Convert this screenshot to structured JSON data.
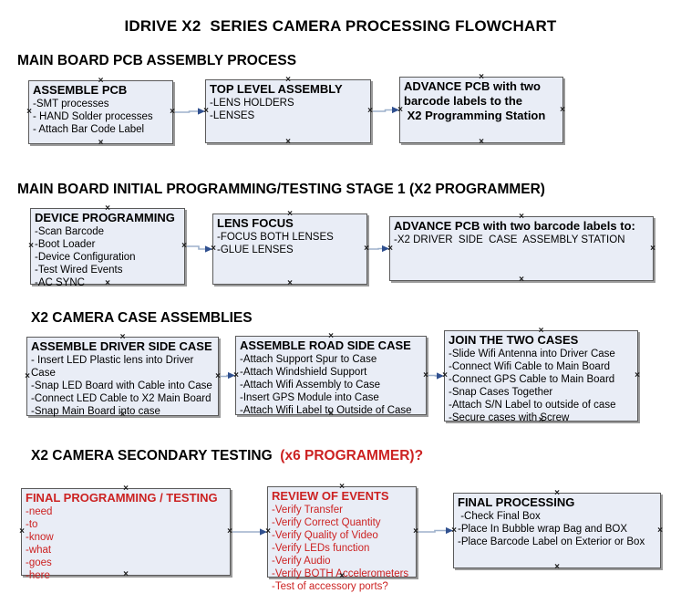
{
  "title": "IDRIVE X2  SERIES CAMERA PROCESSING FLOWCHART",
  "icons": {
    "connector_anchor_glyph": "×"
  },
  "colors": {
    "box_fill": "#e9edf6",
    "box_border": "#5a5a5a",
    "box_shadow": "#9a9a9a",
    "arrow_line": "#9db1cc",
    "arrow_head": "#30508f",
    "red": "#cc2222",
    "black": "#000000"
  },
  "sections": [
    {
      "heading": [
        {
          "text": "MAIN BOARD PCB ASSEMBLY PROCESS",
          "color": "#000000"
        }
      ],
      "boxes": [
        {
          "title": "ASSEMBLE PCB",
          "items": [
            "-SMT processes",
            "- HAND Solder processes",
            "- Attach Bar Code Label"
          ]
        },
        {
          "title": "TOP LEVEL ASSEMBLY",
          "items": [
            "-LENS HOLDERS",
            "-LENSES"
          ]
        },
        {
          "title": "ADVANCE PCB with two\nbarcode labels to the\n X2 Programming Station",
          "items": []
        }
      ]
    },
    {
      "heading": [
        {
          "text": "MAIN BOARD INITIAL PROGRAMMING/TESTING STAGE 1 (X2 PROGRAMMER)",
          "color": "#000000"
        }
      ],
      "boxes": [
        {
          "title": "DEVICE PROGRAMMING",
          "items": [
            "-Scan Barcode",
            "-Boot Loader",
            "-Device Configuration",
            "-Test Wired Events",
            "-AC SYNC"
          ]
        },
        {
          "title": "LENS FOCUS",
          "items": [
            "-FOCUS BOTH LENSES",
            "-GLUE LENSES"
          ]
        },
        {
          "title": "ADVANCE PCB with two barcode labels to:",
          "items": [
            "-X2 DRIVER  SIDE  CASE  ASSEMBLY STATION"
          ]
        }
      ]
    },
    {
      "heading": [
        {
          "text": "X2 CAMERA CASE ASSEMBLIES",
          "color": "#000000"
        }
      ],
      "boxes": [
        {
          "title": "ASSEMBLE DRIVER SIDE CASE",
          "items": [
            "- Insert LED Plastic lens into Driver Case",
            "-Snap LED Board with Cable into Case",
            "-Connect LED Cable to X2 Main Board",
            "-Snap Main Board into case"
          ]
        },
        {
          "title": "ASSEMBLE ROAD SIDE CASE",
          "items": [
            "-Attach Support Spur to Case",
            "-Attach Windshield Support",
            "-Attach Wifi Assembly to Case",
            "-Insert GPS Module into Case",
            "-Attach Wifi Label to Outside of Case"
          ]
        },
        {
          "title": "JOIN THE TWO CASES",
          "items": [
            "-Slide Wifi Antenna into Driver Case",
            "-Connect Wifi Cable to Main Board",
            "-Connect GPS Cable to Main Board",
            "-Snap Cases Together",
            "-Attach S/N Label to outside of case",
            "-Secure cases with Screw"
          ]
        }
      ]
    },
    {
      "heading": [
        {
          "text": "X2 CAMERA SECONDARY TESTING ",
          "color": "#000000"
        },
        {
          "text": " (x6 PROGRAMMER)?",
          "color": "#cc2222"
        }
      ],
      "boxes": [
        {
          "title": "FINAL PROGRAMMING / TESTING",
          "color": "#cc2222",
          "items": [
            "-need",
            "-to",
            "-know",
            "-what",
            "-goes",
            "-here"
          ]
        },
        {
          "title": "REVIEW OF EVENTS",
          "color": "#cc2222",
          "items": [
            "-Verify Transfer",
            "-Verify Correct Quantity",
            "-Verify Quality of Video",
            "-Verify LEDs function",
            "-Verify Audio",
            "-Verify BOTH Accelerometers",
            "-Test of accessory ports?"
          ]
        },
        {
          "title": "FINAL PROCESSING",
          "items": [
            " -Check Final Box",
            "-Place In Bubble wrap Bag and BOX",
            "-Place Barcode Label on Exterior or Box"
          ]
        }
      ]
    }
  ]
}
